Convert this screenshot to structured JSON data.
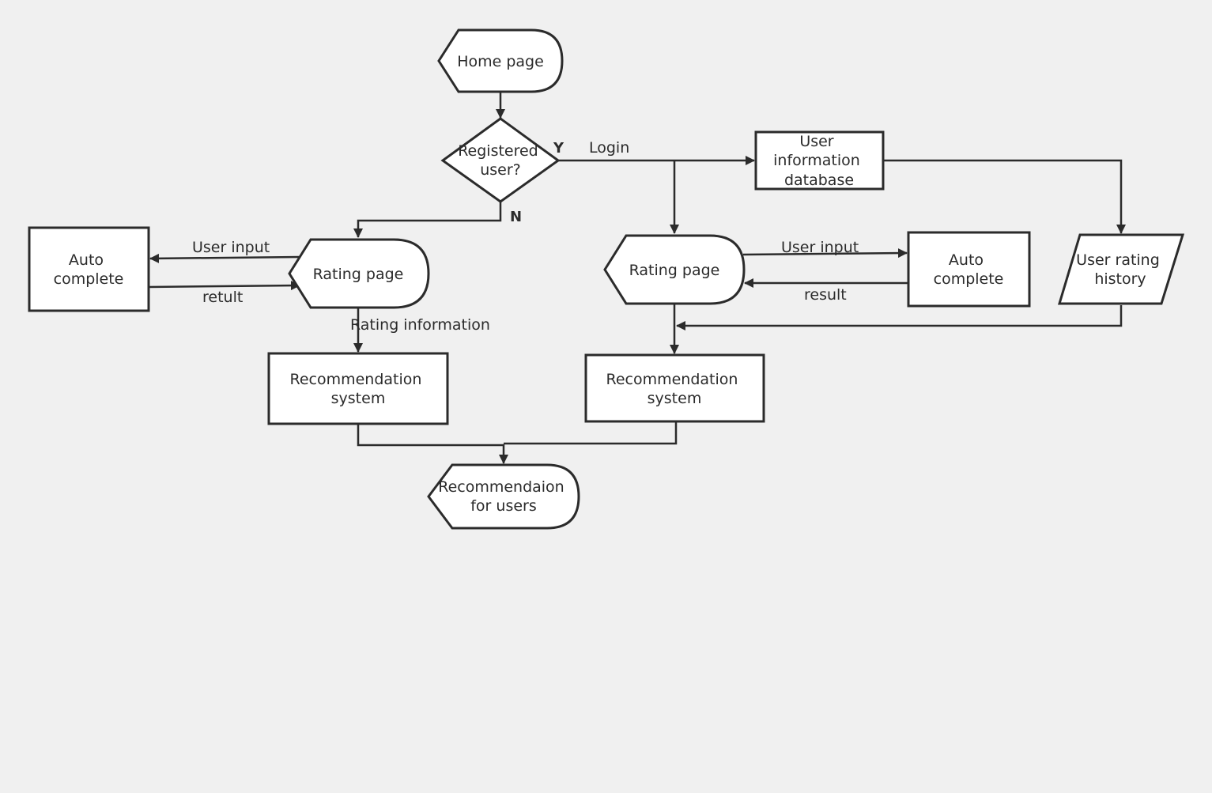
{
  "nodes": {
    "home_page": {
      "lines": [
        "Home page"
      ]
    },
    "registered_user": {
      "lines": [
        "Registered",
        "user?"
      ]
    },
    "user_info_db": {
      "lines": [
        "User",
        "information",
        "database"
      ]
    },
    "rating_page_left": {
      "lines": [
        "Rating page"
      ]
    },
    "rating_page_right": {
      "lines": [
        "Rating page"
      ]
    },
    "auto_complete_left": {
      "lines": [
        "Auto",
        "complete"
      ]
    },
    "auto_complete_right": {
      "lines": [
        "Auto",
        "complete"
      ]
    },
    "user_rating_history": {
      "lines": [
        "User rating",
        "history"
      ]
    },
    "rec_system_left": {
      "lines": [
        "Recommendation",
        "system"
      ]
    },
    "rec_system_right": {
      "lines": [
        "Recommendation",
        "system"
      ]
    },
    "rec_for_users": {
      "lines": [
        "Recommendaion",
        "for users"
      ]
    }
  },
  "edge_labels": {
    "yes": "Y",
    "no": "N",
    "login": "Login",
    "user_input_left": "User input",
    "retult_left": "retult",
    "rating_information": "Rating information",
    "user_input_right": "User input",
    "result_right": "result"
  }
}
